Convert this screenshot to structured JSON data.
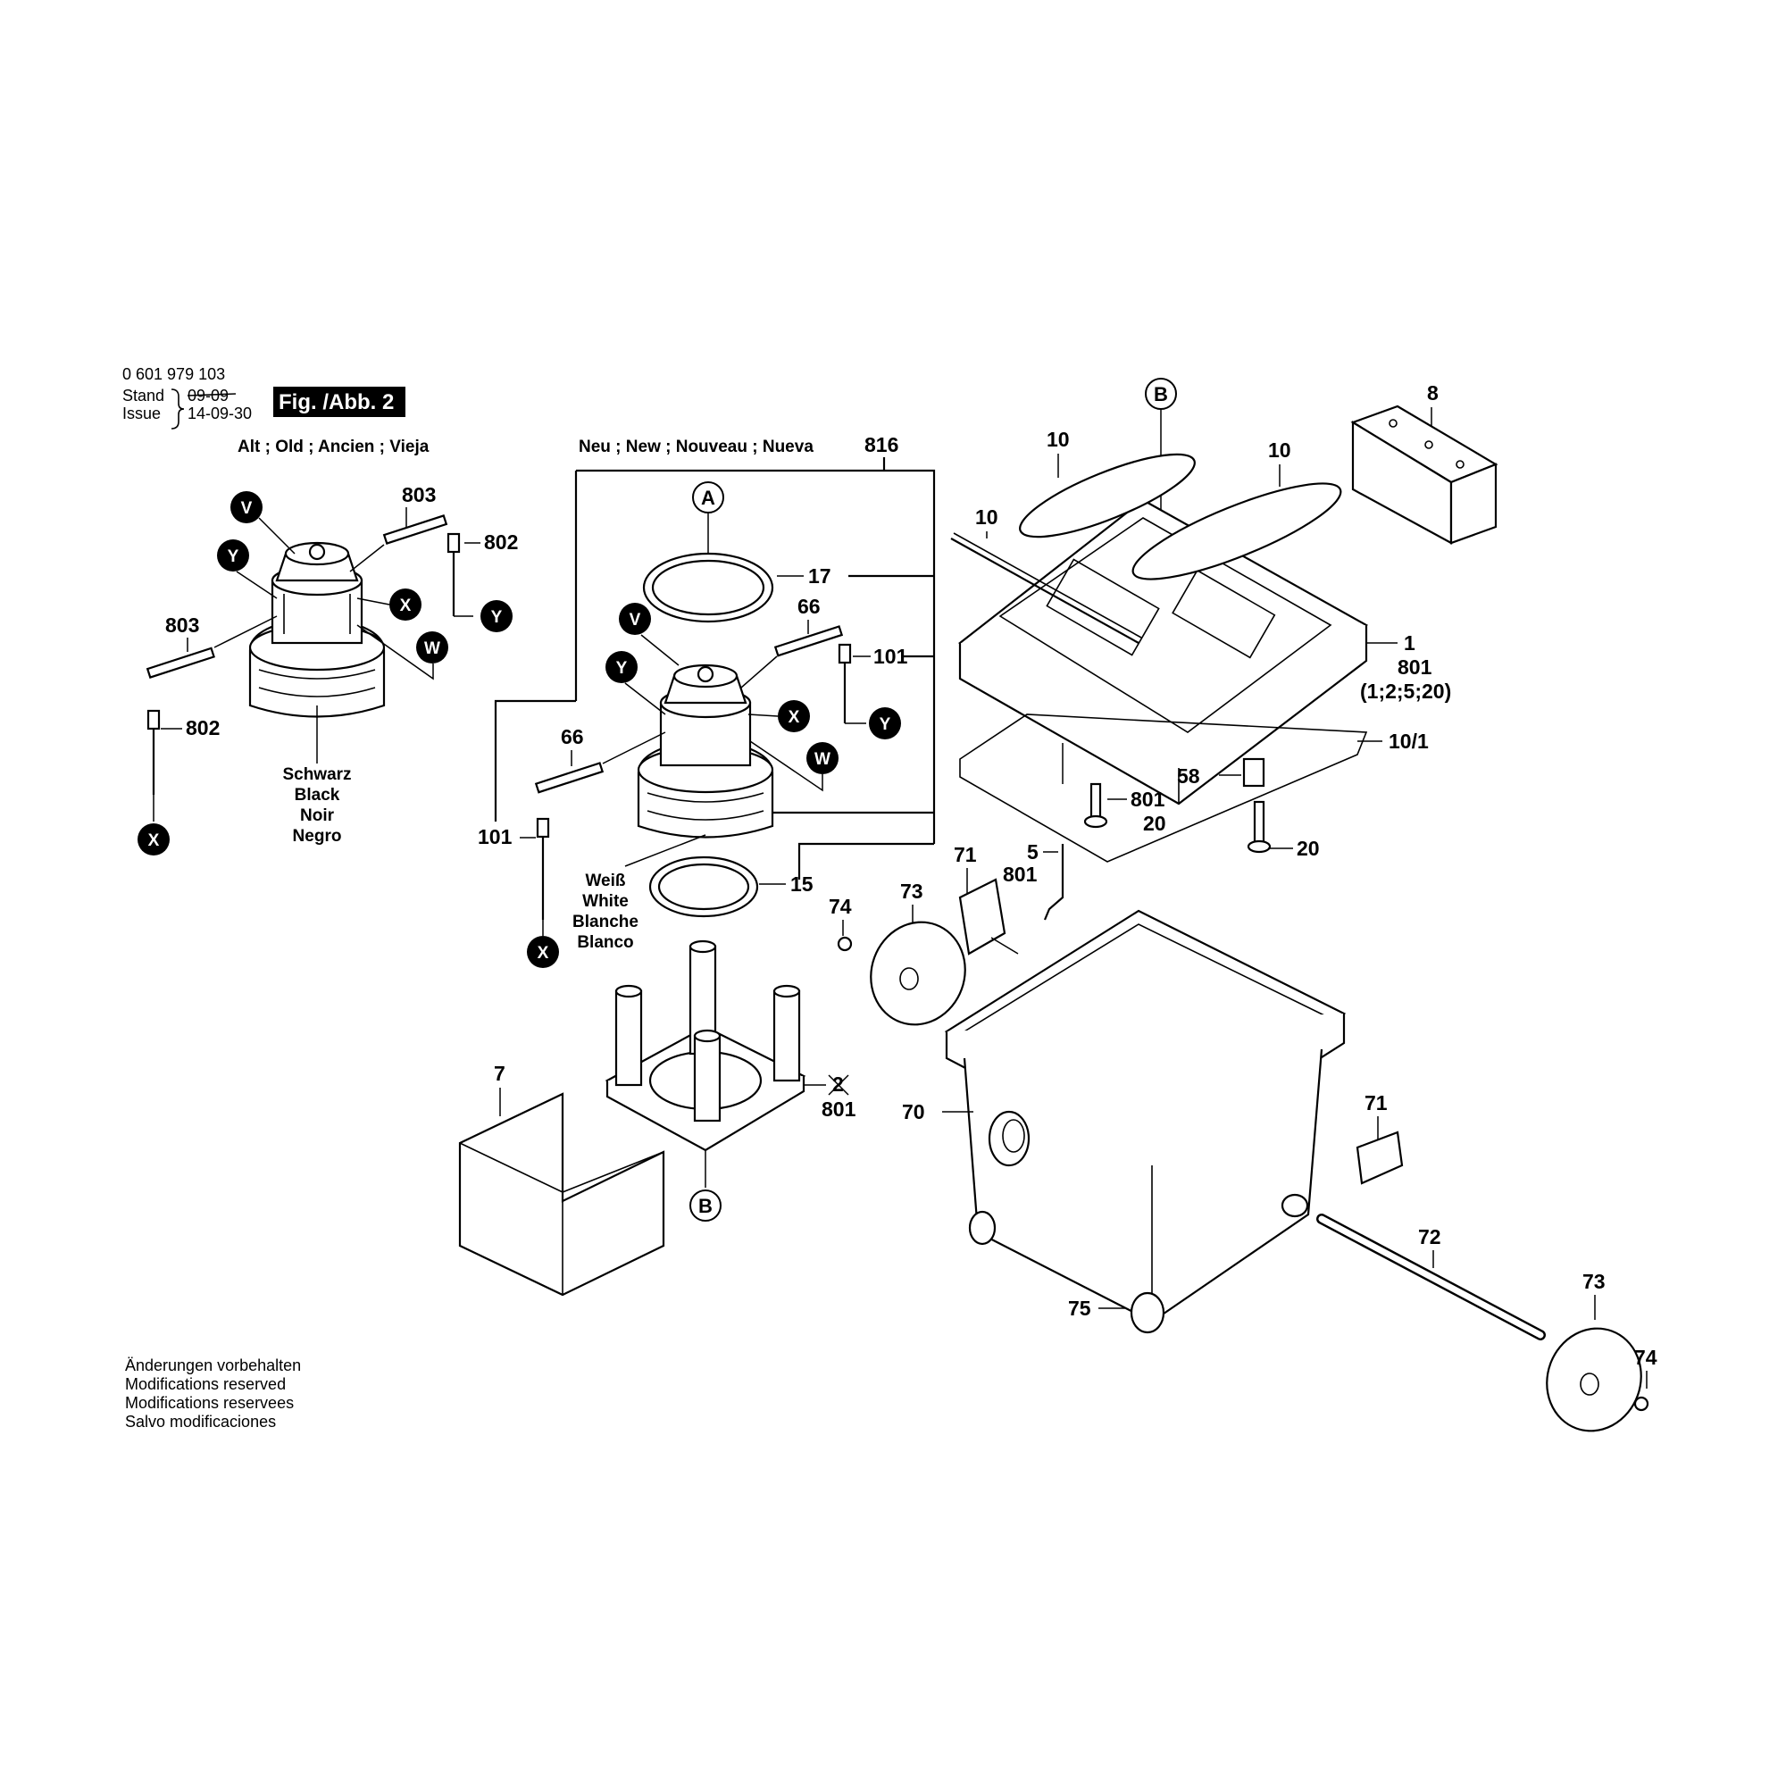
{
  "header": {
    "part_number": "0 601 979 103",
    "stand_label": "Stand",
    "stand_value": "09-09",
    "issue_label": "Issue",
    "issue_value": "14-09-30",
    "figure_label": "Fig. /Abb. 2"
  },
  "sections": {
    "old": "Alt ; Old ; Ancien ; Vieja",
    "new": "Neu ; New ; Nouveau ; Nueva"
  },
  "colors": {
    "old_motor": [
      "Schwarz",
      "Black",
      "Noir",
      "Negro"
    ],
    "new_motor": [
      "Weiß",
      "White",
      "Blanche",
      "Blanco"
    ]
  },
  "refs": {
    "A": "A",
    "B": "B",
    "V": "V",
    "W": "W",
    "X": "X",
    "Y": "Y"
  },
  "parts": {
    "p1": "1",
    "p801": "801",
    "p1_kit": "(1;2;5;20)",
    "p2": "2",
    "p5": "5",
    "p7": "7",
    "p8": "8",
    "p10": "10",
    "p10_1": "10/1",
    "p15": "15",
    "p17": "17",
    "p20": "20",
    "p58": "58",
    "p66": "66",
    "p70": "70",
    "p71": "71",
    "p72": "72",
    "p73": "73",
    "p74": "74",
    "p75": "75",
    "p101": "101",
    "p802": "802",
    "p803": "803",
    "p816": "816"
  },
  "footer": [
    "Änderungen vorbehalten",
    "Modifications reserved",
    "Modifications reservees",
    "Salvo modificaciones"
  ]
}
